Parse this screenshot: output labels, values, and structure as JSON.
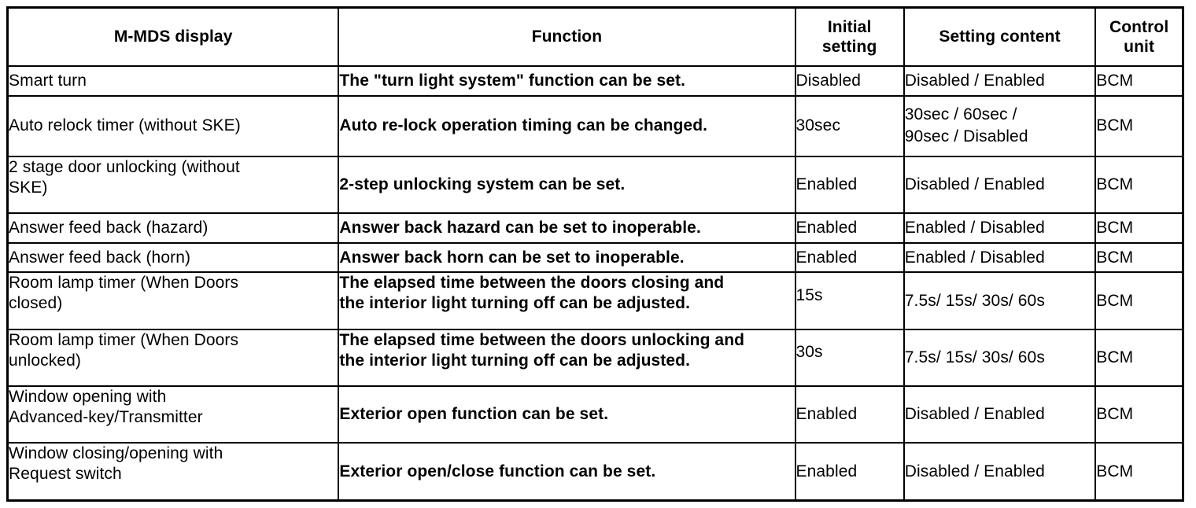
{
  "table": {
    "columns": [
      {
        "key": "display",
        "label": "M-MDS display"
      },
      {
        "key": "function",
        "label": "Function"
      },
      {
        "key": "initial",
        "label_line1": "Initial",
        "label_line2": "setting"
      },
      {
        "key": "setting",
        "label": "Setting content"
      },
      {
        "key": "unit",
        "label_line1": "Control",
        "label_line2": "unit"
      }
    ],
    "rows": [
      {
        "display_l1": "Smart turn",
        "display_l2": "",
        "function_l1": "The \"turn light system\" function can be set.",
        "function_l2": "",
        "initial": "Disabled",
        "setting_l1": "Disabled / Enabled",
        "setting_l2": "",
        "unit": "BCM"
      },
      {
        "display_l1": "Auto relock timer (without SKE)",
        "display_l2": "",
        "function_l1": "Auto re-lock operation timing can be changed.",
        "function_l2": "",
        "initial": "30sec",
        "setting_l1": "30sec / 60sec /",
        "setting_l2": "90sec / Disabled",
        "unit": "BCM"
      },
      {
        "display_l1": "2 stage door unlocking (without",
        "display_l2": "SKE)",
        "function_l1": "2-step unlocking system can be set.",
        "function_l2": "",
        "initial": "Enabled",
        "setting_l1": "Disabled / Enabled",
        "setting_l2": "",
        "unit": "BCM"
      },
      {
        "display_l1": "Answer feed back (hazard)",
        "display_l2": "",
        "function_l1": "Answer back hazard can be set to inoperable.",
        "function_l2": "",
        "initial": "Enabled",
        "setting_l1": "Enabled / Disabled",
        "setting_l2": "",
        "unit": "BCM"
      },
      {
        "display_l1": "Answer feed back (horn)",
        "display_l2": "",
        "function_l1": "Answer back horn can be set to inoperable.",
        "function_l2": "",
        "initial": "Enabled",
        "setting_l1": "Enabled / Disabled",
        "setting_l2": "",
        "unit": "BCM"
      },
      {
        "display_l1": "Room lamp timer (When Doors",
        "display_l2": "closed)",
        "function_l1": "The elapsed time between the doors closing and",
        "function_l2": "the interior light turning off can be adjusted.",
        "initial": "15s",
        "setting_l1": "7.5s/ 15s/ 30s/ 60s",
        "setting_l2": "",
        "unit": "BCM"
      },
      {
        "display_l1": "Room lamp timer (When Doors",
        "display_l2": "unlocked)",
        "function_l1": "The elapsed time between the doors unlocking and",
        "function_l2": "the interior light turning off can be adjusted.",
        "initial": "30s",
        "setting_l1": "7.5s/ 15s/ 30s/ 60s",
        "setting_l2": "",
        "unit": "BCM"
      },
      {
        "display_l1": "Window opening with",
        "display_l2": "Advanced-key/Transmitter",
        "function_l1": "Exterior open function can be set.",
        "function_l2": "",
        "initial": "Enabled",
        "setting_l1": "Disabled / Enabled",
        "setting_l2": "",
        "unit": "BCM"
      },
      {
        "display_l1": "Window closing/opening with",
        "display_l2": "Request switch",
        "function_l1": "Exterior open/close function can be set.",
        "function_l2": "",
        "initial": "Enabled",
        "setting_l1": "Disabled / Enabled",
        "setting_l2": "",
        "unit": "BCM"
      }
    ]
  }
}
